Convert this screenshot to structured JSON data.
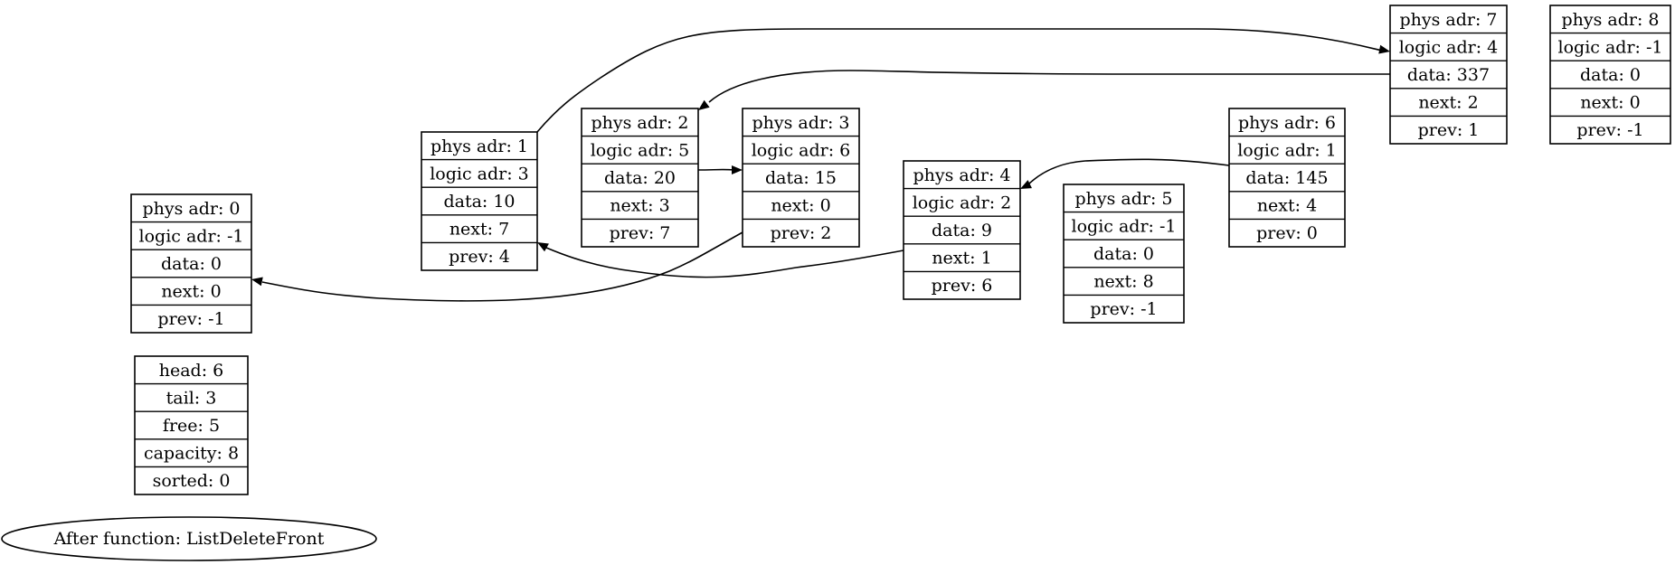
{
  "nodes": [
    {
      "id": "phys0",
      "fields": [
        "phys adr: 0",
        "logic adr: -1",
        "data: 0",
        "next: 0",
        "prev: -1"
      ]
    },
    {
      "id": "phys1",
      "fields": [
        "phys adr: 1",
        "logic adr: 3",
        "data: 10",
        "next: 7",
        "prev: 4"
      ]
    },
    {
      "id": "phys2",
      "fields": [
        "phys adr: 2",
        "logic adr: 5",
        "data: 20",
        "next: 3",
        "prev: 7"
      ]
    },
    {
      "id": "phys3",
      "fields": [
        "phys adr: 3",
        "logic adr: 6",
        "data: 15",
        "next: 0",
        "prev: 2"
      ]
    },
    {
      "id": "phys4",
      "fields": [
        "phys adr: 4",
        "logic adr: 2",
        "data: 9",
        "next: 1",
        "prev: 6"
      ]
    },
    {
      "id": "phys5",
      "fields": [
        "phys adr: 5",
        "logic adr: -1",
        "data: 0",
        "next: 8",
        "prev: -1"
      ]
    },
    {
      "id": "phys6",
      "fields": [
        "phys adr: 6",
        "logic adr: 1",
        "data: 145",
        "next: 4",
        "prev: 0"
      ]
    },
    {
      "id": "phys7",
      "fields": [
        "phys adr: 7",
        "logic adr: 4",
        "data: 337",
        "next: 2",
        "prev: 1"
      ]
    },
    {
      "id": "phys8",
      "fields": [
        "phys adr: 8",
        "logic adr: -1",
        "data: 0",
        "next: 0",
        "prev: -1"
      ]
    },
    {
      "id": "info",
      "fields": [
        "head: 6",
        "tail: 3",
        "free: 5",
        "capacity: 8",
        "sorted: 0"
      ]
    }
  ],
  "caption": "After function: ListDeleteFront",
  "edges": [
    {
      "from": "phys1",
      "to": "phys7"
    },
    {
      "from": "phys7",
      "to": "phys2"
    },
    {
      "from": "phys2",
      "to": "phys3"
    },
    {
      "from": "phys3",
      "to": "phys0"
    },
    {
      "from": "phys4",
      "to": "phys1"
    },
    {
      "from": "phys6",
      "to": "phys4"
    }
  ],
  "colors": {
    "stroke": "#000000",
    "background": "#ffffff"
  }
}
